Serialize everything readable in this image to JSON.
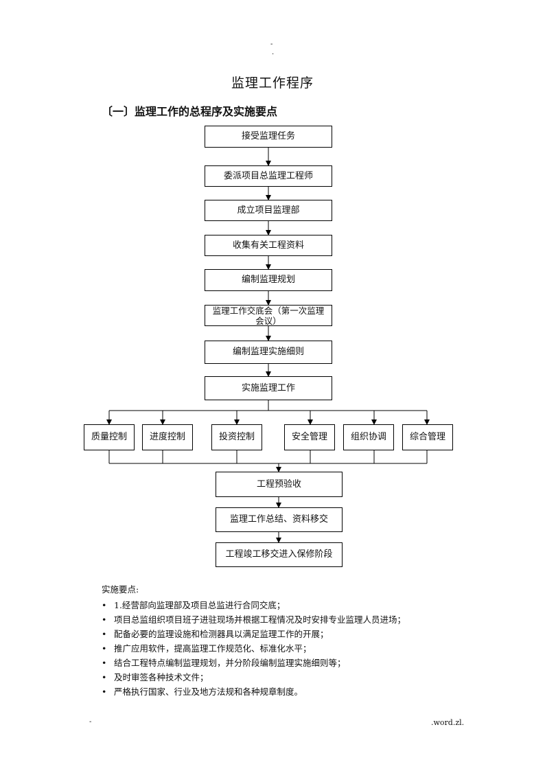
{
  "header": {
    "mark1": "-",
    "mark2": "."
  },
  "title": "监理工作程序",
  "section_heading": "〔一〕监理工作的总程序及实施要点",
  "flow": {
    "steps": [
      "接受监理任务",
      "委派项目总监理工程师",
      "成立项目监理部",
      "收集有关工程资料",
      "编制监理规划",
      "监理工作交底会（第一次监理会议）",
      "编制监理实施细则",
      "实施监理工作"
    ],
    "branches": [
      "质量控制",
      "进度控制",
      "投资控制",
      "安全管理",
      "组织协调",
      "综合管理"
    ],
    "after": [
      "工程预验收",
      "监理工作总结、资料移交",
      "工程竣工移交进入保修阶段"
    ]
  },
  "notes": {
    "label": "实施要点:",
    "bullet_icon": "•",
    "items": [
      "1.经营部向监理部及项目总监进行合同交底；",
      "项目总监组织项目班子进驻现场并根据工程情况及时安排专业监理人员进场；",
      "配备必要的监理设施和检测器具以满足监理工作的开展；",
      "推广应用软件，提高监理工作规范化、标准化水平；",
      "结合工程特点编制监理规划，并分阶段编制监理实施细则等；",
      "及时审签各种技术文件；",
      "严格执行国家、行业及地方法规和各种规章制度。"
    ]
  },
  "footer": {
    "left": "-",
    "right": ".word.zl."
  }
}
